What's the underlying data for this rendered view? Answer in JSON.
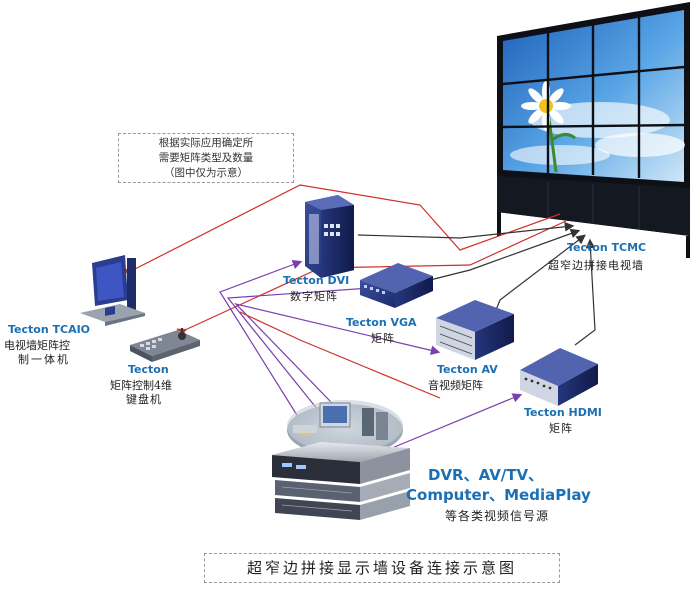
{
  "note": {
    "line1": "根据实际应用确定所",
    "line2": "需要矩阵类型及数量",
    "line3": "（图中仅为示意）"
  },
  "devices": {
    "tcmc_name": "Tecton TCMC",
    "tcmc_desc": "超窄边拼接电视墙",
    "tcaio_name": "Tecton TCAIO",
    "tcaio_desc1": "电视墙矩阵控",
    "tcaio_desc2": "制一体机",
    "keyboard_name": "Tecton",
    "keyboard_desc1": "矩阵控制4维",
    "keyboard_desc2": "键盘机",
    "dvi_name": "Tecton DVI",
    "dvi_desc": "数字矩阵",
    "vga_name": "Tecton VGA",
    "vga_desc": "矩阵",
    "av_name": "Tecton AV",
    "av_desc": "音视频矩阵",
    "hdmi_name": "Tecton HDMI",
    "hdmi_desc": "矩阵"
  },
  "sources": {
    "line1": "DVR、AV/TV、",
    "line2": "Computer、MediaPlay",
    "line3": "等各类视频信号源"
  },
  "caption": "超窄边拼接显示墙设备连接示意图",
  "colors": {
    "label_blue": "#1a6fb5",
    "wire_red": "#d0302a",
    "wire_purple": "#7a3fb0",
    "wire_dark": "#333333"
  }
}
